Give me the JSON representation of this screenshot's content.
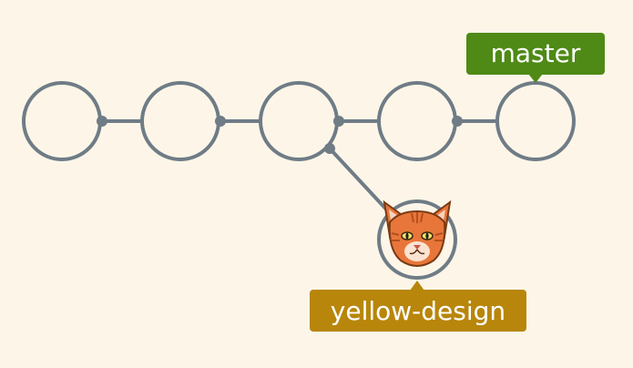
{
  "colors": {
    "background": "#fdf6e8",
    "line": "#6f7c86",
    "master_label": "#4e8a15",
    "yellow_design_label": "#b8860b",
    "cat_fur": "#e8763a"
  },
  "commits": [
    {
      "id": "c1",
      "icon": null
    },
    {
      "id": "c2",
      "icon": null
    },
    {
      "id": "c3",
      "icon": null
    },
    {
      "id": "c4",
      "icon": null
    },
    {
      "id": "c5",
      "icon": null
    },
    {
      "id": "c6",
      "icon": "cat-face-icon"
    }
  ],
  "edges": [
    {
      "from": "c1",
      "to": "c2"
    },
    {
      "from": "c2",
      "to": "c3"
    },
    {
      "from": "c3",
      "to": "c4"
    },
    {
      "from": "c4",
      "to": "c5"
    },
    {
      "from": "c3",
      "to": "c6"
    }
  ],
  "branches": [
    {
      "name": "master",
      "points_to": "c5"
    },
    {
      "name": "yellow-design",
      "points_to": "c6"
    }
  ]
}
